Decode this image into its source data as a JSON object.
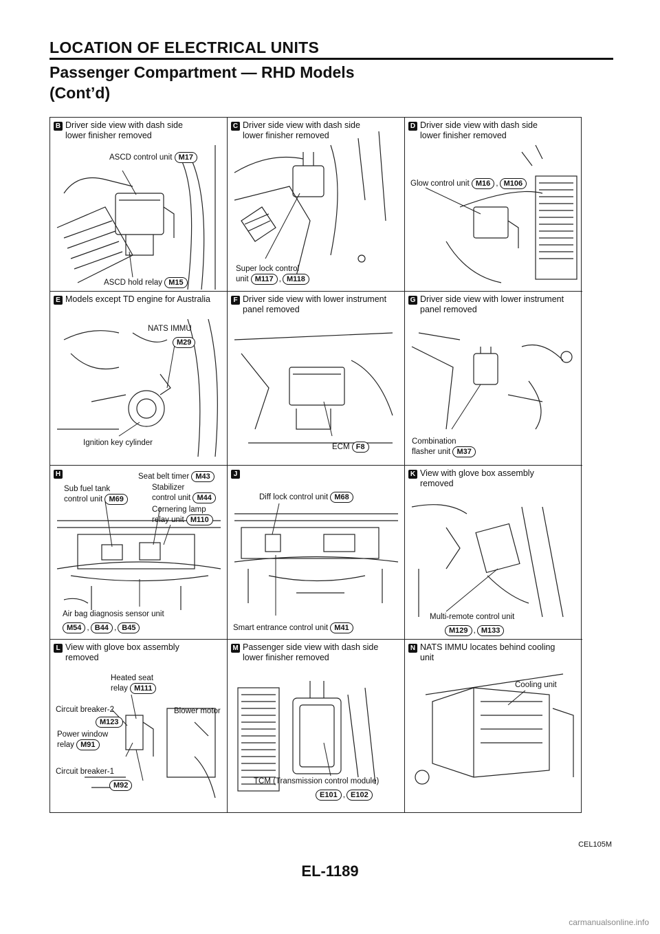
{
  "header": {
    "title": "LOCATION OF ELECTRICAL UNITS",
    "subtitle": "Passenger Compartment — RHD Models\n(Cont’d)"
  },
  "panels": [
    {
      "letter": "B",
      "caption": "Driver side view with dash side\nlower finisher removed",
      "l1": "ASCD control unit",
      "c1": "M17",
      "l2": "ASCD hold relay",
      "c2": "M15"
    },
    {
      "letter": "C",
      "caption": "Driver side view with dash side\nlower finisher removed",
      "l1": "Super lock control\nunit",
      "c1": "M117",
      "c2": "M118"
    },
    {
      "letter": "D",
      "caption": "Driver side view with dash side\nlower finisher removed",
      "l1": "Glow control unit",
      "c1": "M16",
      "c2": "M106"
    },
    {
      "letter": "E",
      "caption": "Models except TD engine for Australia",
      "l1": "NATS IMMU",
      "c1": "M29",
      "l2": "Ignition key cylinder"
    },
    {
      "letter": "F",
      "caption": "Driver side view with lower instrument\npanel removed",
      "l1": "ECM",
      "c1": "F8"
    },
    {
      "letter": "G",
      "caption": "Driver side view with lower instrument\npanel removed",
      "l1": "Combination\nflasher unit",
      "c1": "M37"
    },
    {
      "letter": "H",
      "caption": "",
      "l1": "Seat belt timer",
      "c1": "M43",
      "l2": "Sub fuel tank\ncontrol unit",
      "c2": "M69",
      "l3": "Stabilizer\ncontrol unit",
      "c3": "M44",
      "l4": "Cornering lamp\nrelay unit",
      "c4": "M110",
      "l5": "Air bag diagnosis sensor unit",
      "c5": "M54",
      "c6": "B44",
      "c7": "B45"
    },
    {
      "letter": "J",
      "caption": "",
      "l1": "Diff lock control unit",
      "c1": "M68",
      "l2": "Smart entrance control unit",
      "c2": "M41"
    },
    {
      "letter": "K",
      "caption": "View with glove box assembly\nremoved",
      "l1": "Multi-remote control unit",
      "c1": "M129",
      "c2": "M133"
    },
    {
      "letter": "L",
      "caption": "View with glove box assembly\nremoved",
      "l1": "Heated seat\nrelay",
      "c1": "M111",
      "l2": "Circuit breaker-2",
      "c2": "M123",
      "l3": "Blower motor",
      "l4": "Power window\nrelay",
      "c4": "M91",
      "l5": "Circuit breaker-1",
      "c5": "M92"
    },
    {
      "letter": "M",
      "caption": "Passenger side view with dash side\nlower finisher removed",
      "l1": "TCM (Transmission control module)",
      "c1": "E101",
      "c2": "E102"
    },
    {
      "letter": "N",
      "caption": "NATS IMMU locates behind cooling\nunit",
      "l1": "Cooling unit"
    }
  ],
  "footer": {
    "figure_code": "CEL105M",
    "page_number": "EL-1189",
    "watermark": "carmanualsonline.info"
  }
}
